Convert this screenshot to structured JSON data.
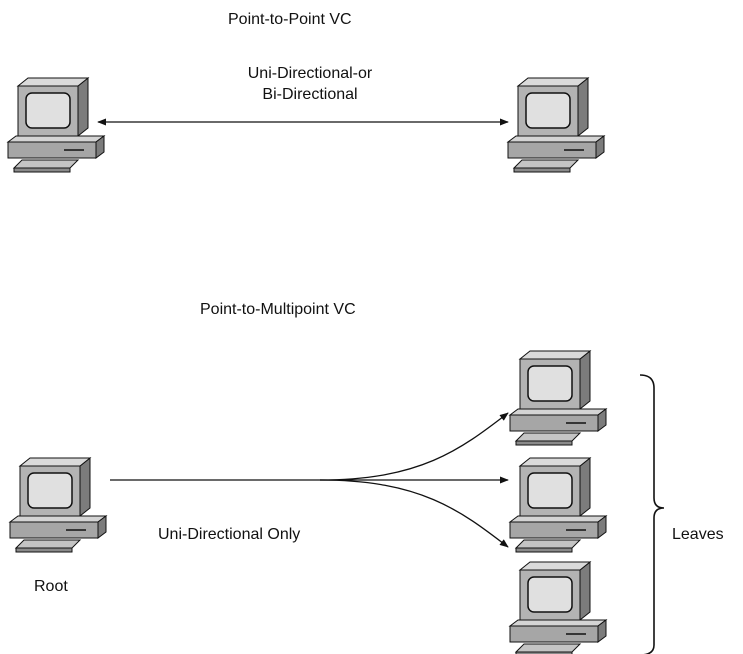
{
  "top": {
    "title": "Point-to-Point VC",
    "line1": "Uni-Directional-or",
    "line2": "Bi-Directional"
  },
  "bottom": {
    "title": "Point-to-Multipoint VC",
    "link_label": "Uni-Directional Only",
    "root_label": "Root",
    "leaves_label": "Leaves"
  },
  "icons": [
    "computer-icon"
  ],
  "colors": {
    "background": "#ffffff",
    "ink": "#111111",
    "monitor_light": "#c9c9c9",
    "monitor_mid": "#a6a6a6",
    "monitor_dark": "#7c7c7c",
    "screen": "#dcdcdc"
  }
}
